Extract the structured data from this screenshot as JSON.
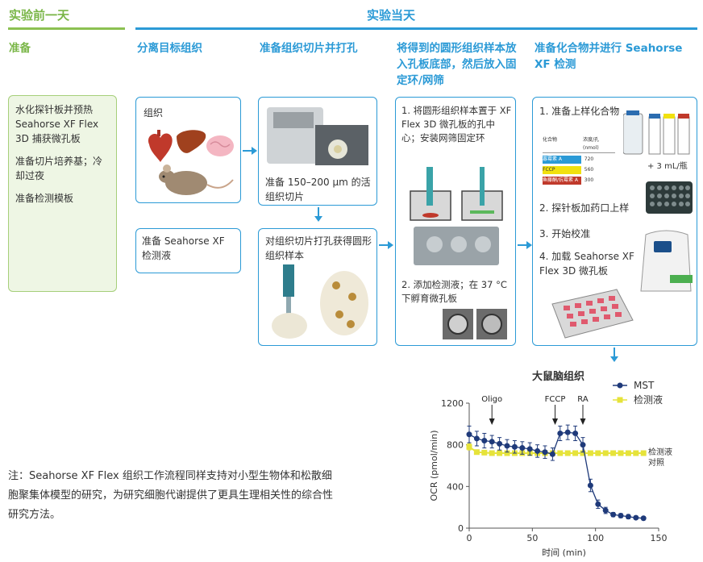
{
  "header": {
    "day_before": "实验前一天",
    "day_of": "实验当天"
  },
  "columns": {
    "prep": "准备",
    "isolate": "分离目标组织",
    "slice": "准备组织切片并打孔",
    "place": "将得到的圆形组织样本放入孔板底部，然后放入固定环/网筛",
    "compound": "准备化合物并进行 Seahorse XF 检测"
  },
  "prep_box": {
    "line1": "水化探针板并预热 Seahorse XF Flex 3D 捕获微孔板",
    "line2": "准备切片培养基；冷却过夜",
    "line3": "准备检测模板"
  },
  "isolate_box": {
    "label": "组织"
  },
  "assay_medium_box": {
    "label": "准备 Seahorse XF 检测液"
  },
  "slice_box1": {
    "label": "准备 150–200 μm 的活组织切片"
  },
  "slice_box2": {
    "label": "对组织切片打孔获得圆形组织样本"
  },
  "place_box": {
    "step1": "1. 将圆形组织样本置于 XF Flex 3D 微孔板的孔中心；安装网筛固定环",
    "step2": "2. 添加检测液；在 37 °C 下孵育微孔板"
  },
  "compound_box": {
    "step1": "1. 准备上样化合物",
    "table_header": [
      "化合物",
      "浓度/孔 (nmol)"
    ],
    "table_rows": [
      [
        "寡霉素 A",
        "720"
      ],
      [
        "FCCP",
        "560"
      ],
      [
        "鱼藤酮/抗霉素 A",
        "300"
      ]
    ],
    "volume": "+ 3 mL/瓶",
    "step2": "2. 探针板加药口上样",
    "step3": "3. 开始校准",
    "step4": "4. 加载 Seahorse XF Flex 3D 微孔板"
  },
  "note": "注：Seahorse XF Flex 组织工作流程同样支持对小型生物体和松散细胞聚集体模型的研究，为研究细胞代谢提供了更具生理相关性的综合性研究方法。",
  "chart_data": {
    "type": "line",
    "title": "大鼠脑组织",
    "xlabel": "时间 (min)",
    "ylabel": "OCR (pmol/min)",
    "xlim": [
      0,
      150
    ],
    "ylim": [
      0,
      1200
    ],
    "xticks": [
      0,
      50,
      100,
      150
    ],
    "yticks": [
      0,
      400,
      800,
      1200
    ],
    "annotations": [
      {
        "label": "Oligo",
        "x": 18
      },
      {
        "label": "FCCP",
        "x": 68
      },
      {
        "label": "RA",
        "x": 90
      }
    ],
    "end_label": "检测液对照",
    "series": [
      {
        "name": "MST",
        "color": "#1f3a7a",
        "x": [
          0,
          6,
          12,
          18,
          24,
          30,
          36,
          42,
          48,
          54,
          60,
          66,
          72,
          78,
          84,
          90,
          96,
          102,
          108,
          114,
          120,
          126,
          132,
          138
        ],
        "y": [
          900,
          860,
          840,
          830,
          810,
          790,
          780,
          770,
          760,
          740,
          730,
          710,
          910,
          920,
          910,
          800,
          410,
          230,
          170,
          130,
          120,
          110,
          100,
          95
        ],
        "err": [
          80,
          70,
          70,
          60,
          60,
          60,
          60,
          60,
          60,
          60,
          60,
          60,
          70,
          70,
          70,
          70,
          60,
          40,
          30,
          20,
          20,
          20,
          15,
          15
        ]
      },
      {
        "name": "检测液",
        "color": "#e6e33a",
        "x": [
          0,
          6,
          12,
          18,
          24,
          30,
          36,
          42,
          48,
          54,
          60,
          66,
          72,
          78,
          84,
          90,
          96,
          102,
          108,
          114,
          120,
          126,
          132,
          138
        ],
        "y": [
          780,
          730,
          725,
          720,
          720,
          720,
          720,
          720,
          720,
          720,
          720,
          720,
          720,
          720,
          720,
          720,
          720,
          720,
          720,
          720,
          720,
          720,
          720,
          720
        ],
        "err": [
          30,
          20,
          20,
          20,
          20,
          20,
          20,
          20,
          20,
          20,
          20,
          20,
          20,
          20,
          20,
          20,
          20,
          20,
          20,
          20,
          20,
          20,
          20,
          20
        ]
      }
    ],
    "legend_position": "top-right"
  }
}
